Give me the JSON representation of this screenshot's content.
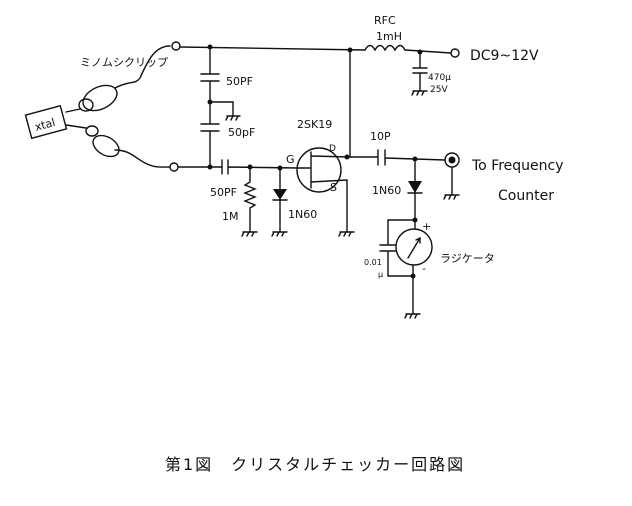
{
  "labels": {
    "clip": "ミノムシクリップ",
    "crystal": "xtal",
    "c1": "50PF",
    "c2": "50pF",
    "c3": "50PF",
    "r1": "1M",
    "d1": "1N60",
    "fet": "2SK19",
    "gate": "G",
    "drain": "D",
    "source": "S",
    "rfc": "RFC",
    "rfc_value": "1mH",
    "supply": "DC9~12V",
    "ecap_value": "470μ",
    "ecap_voltage": "25V",
    "c4": "10P",
    "d2": "1N60",
    "output_line1": "To Frequency",
    "output_line2": "Counter",
    "bypass_value": "0.01",
    "bypass_unit": "μ",
    "meter": "ラジケータ",
    "meter_plus": "+",
    "meter_minus": "-"
  },
  "caption": "第1図　クリスタルチェッカー回路図"
}
